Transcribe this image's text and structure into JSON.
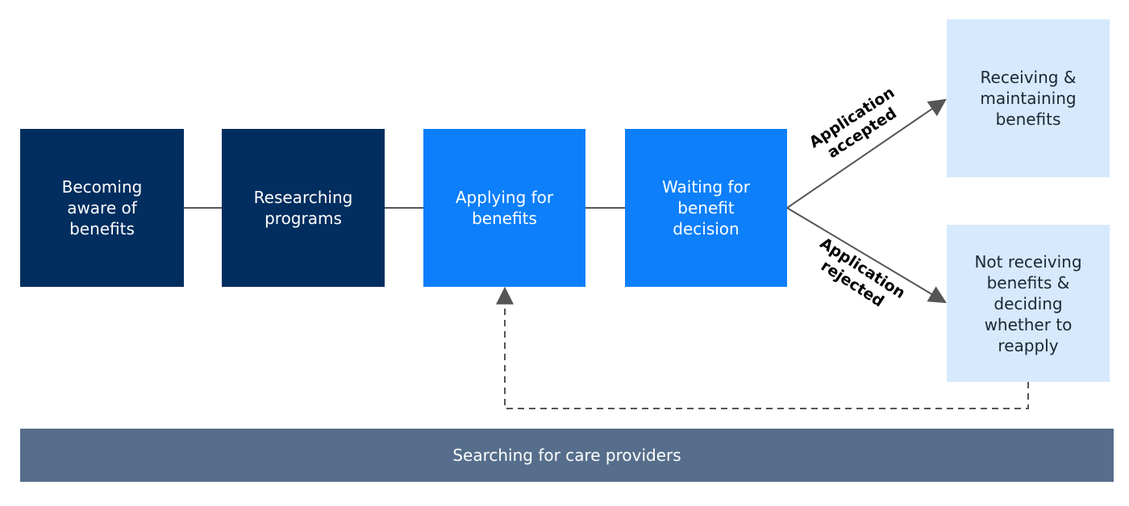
{
  "stages": {
    "becoming_aware": [
      "Becoming",
      "aware of",
      "benefits"
    ],
    "researching": [
      "Researching",
      "programs"
    ],
    "applying": [
      "Applying for",
      "benefits"
    ],
    "waiting": [
      "Waiting for",
      "benefit",
      "decision"
    ],
    "receiving": [
      "Receiving &",
      "maintaining",
      "benefits"
    ],
    "not_receiving": [
      "Not receiving",
      "benefits &",
      "deciding",
      "whether to",
      "reapply"
    ]
  },
  "branches": {
    "accepted": [
      "Application",
      "accepted"
    ],
    "rejected": [
      "Application",
      "rejected"
    ]
  },
  "footer_bar": {
    "label": "Searching for care providers"
  },
  "colors": {
    "dark_stage": "#012e5f",
    "bright_stage": "#0d7ffb",
    "outcome_stage": "#d6e9fd",
    "footer_bar": "#566e8b",
    "connector": "#555555"
  }
}
